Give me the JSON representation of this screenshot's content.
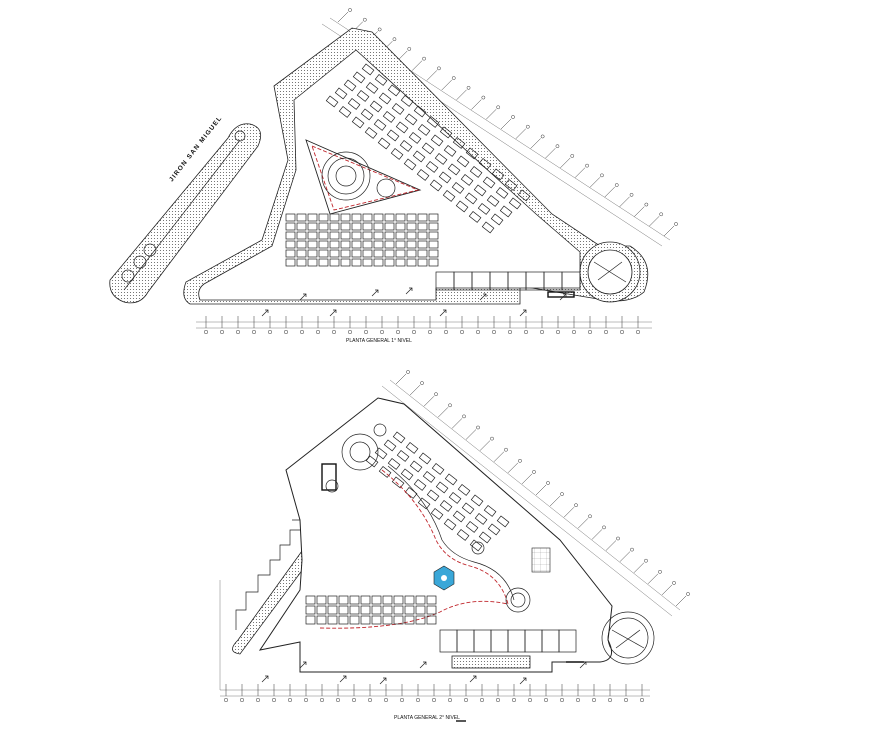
{
  "plans": [
    {
      "caption": "PLANTA GENERAL 1° NIVEL",
      "street_label": "JIRON SAN MIGUEL"
    },
    {
      "caption": "PLANTA GENERAL 2° NIVEL"
    }
  ],
  "colors": {
    "line": "#222222",
    "accent": "#c0262c",
    "pool": "#3aa7d8",
    "background": "#ffffff"
  }
}
